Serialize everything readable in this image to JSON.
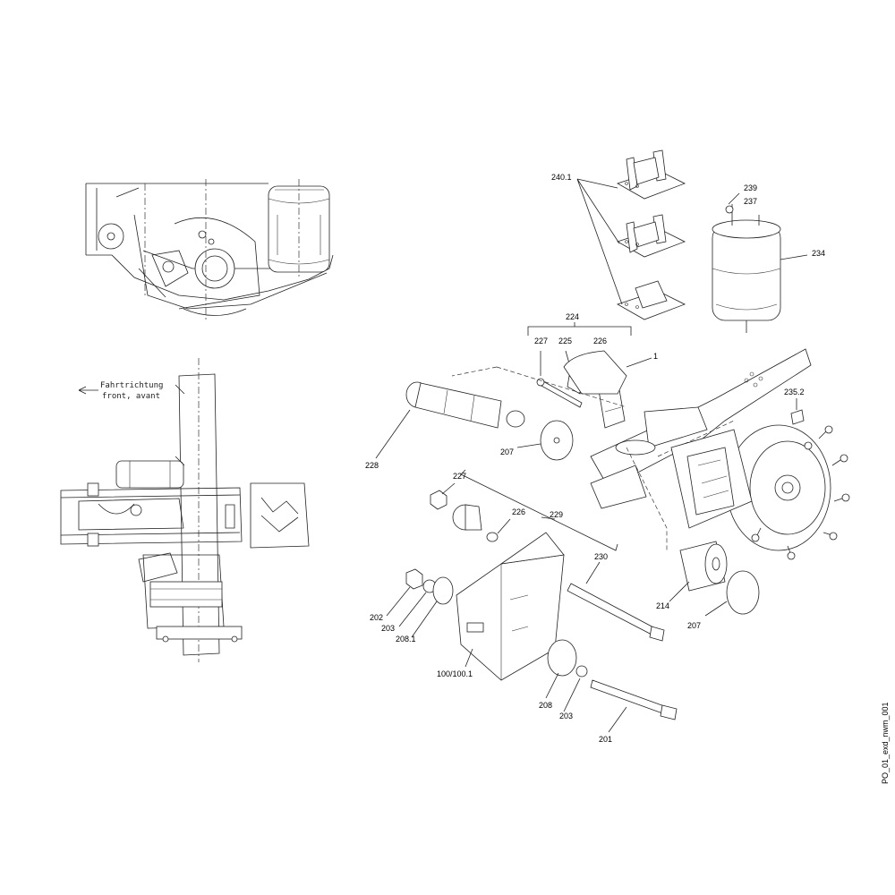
{
  "direction_note": {
    "line1": "Fahrtrichtung",
    "line2": "front, avant"
  },
  "drawing_code": "PO_01_exd_nwm_001",
  "callouts": {
    "c240_1": "240.1",
    "c239": "239",
    "c237": "237",
    "c234": "234",
    "c224": "224",
    "c227a": "227",
    "c225": "225",
    "c226a": "226",
    "c1": "1",
    "c235_2": "235.2",
    "c228": "228",
    "c207a": "207",
    "c227b": "227",
    "c226b": "226",
    "c229": "229",
    "c230": "230",
    "c214": "214",
    "c207b": "207",
    "c202": "202",
    "c203a": "203",
    "c208_1": "208.1",
    "c100": "100/100.1",
    "c208": "208",
    "c203b": "203",
    "c201": "201"
  }
}
